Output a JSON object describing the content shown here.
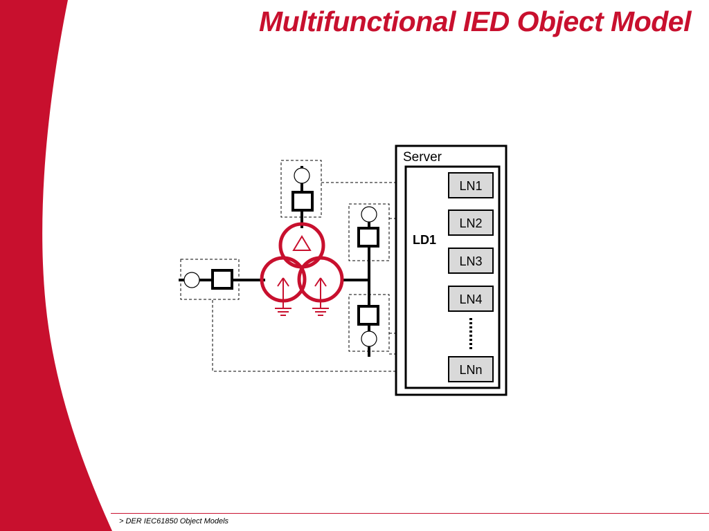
{
  "slide": {
    "title": "Multifunctional IED Object Model",
    "footer": "> DER IEC61850 Object Models"
  },
  "colors": {
    "accent": "#c8102e",
    "ln_fill": "#d9d9d9",
    "line": "#000000"
  },
  "diagram": {
    "server_label": "Server",
    "device_label": "LD1",
    "logical_nodes": [
      "LN1",
      "LN2",
      "LN3",
      "LN4",
      "LNn"
    ]
  }
}
